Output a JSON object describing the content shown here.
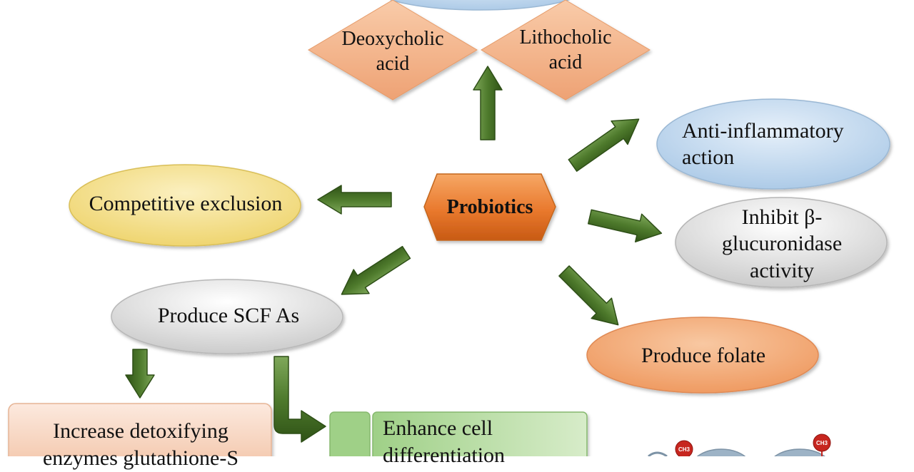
{
  "center": {
    "label": "Probiotics"
  },
  "bile_acids": {
    "left": [
      "Deoxycholic",
      "acid"
    ],
    "right": [
      "Lithocholic",
      "acid"
    ]
  },
  "anti_inflammatory": [
    "Anti-inflammatory",
    "action"
  ],
  "competitive_exclusion": "Competitive exclusion",
  "inhibit": [
    "Inhibit β-",
    "glucuronidase",
    "activity"
  ],
  "scfa": "Produce SCF As",
  "folate": "Produce folate",
  "detox": [
    "Increase detoxifying",
    "enzymes glutathione-S"
  ],
  "cell_diff": [
    "Enhance cell",
    "differentiation"
  ],
  "molecule_tags": [
    "CH3",
    "CH3"
  ],
  "colors": {
    "arrow": "#4e7a2c",
    "hexagon": "#e9792d",
    "diamond": "#f3b48b",
    "blue_ellipse": "#bcd6ee",
    "yellow_ellipse": "#f4e08a",
    "gray_ellipse": "#dcdcdc",
    "orange_ellipse": "#f2a36f",
    "green_box": "#b9dca4",
    "peach_box": "#f7d7c4"
  }
}
